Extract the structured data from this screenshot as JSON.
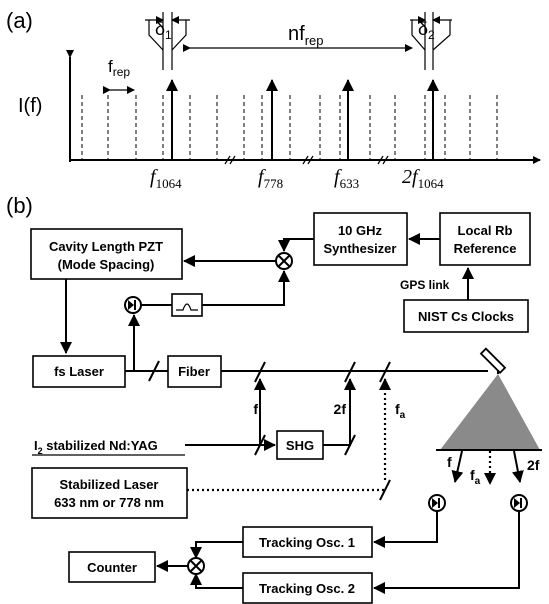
{
  "panel_a": {
    "label": "(a)",
    "ylabel": "I(f)",
    "frep": "f",
    "frep_sub": "rep",
    "delta1": "δ",
    "delta1_sub": "1",
    "delta2": "δ",
    "delta2_sub": "2",
    "nfrep": "nf",
    "nfrep_sub": "rep",
    "f1064": "f",
    "f1064_sub": "1064",
    "f778": "f",
    "f778_sub": "778",
    "f633": "f",
    "f633_sub": "633",
    "f2_prefix": "2f",
    "f2_sub": "1064"
  },
  "panel_b": {
    "label": "(b)",
    "pzt_line1": "Cavity Length PZT",
    "pzt_line2": "(Mode Spacing)",
    "synth_line1": "10 GHz",
    "synth_line2": "Synthesizer",
    "rb_line1": "Local Rb",
    "rb_line2": "Reference",
    "gps": "GPS link",
    "nist": "NIST Cs Clocks",
    "fs_laser": "fs Laser",
    "fiber": "Fiber",
    "f_label": "f",
    "twof_label": "2f",
    "fa_label": "f",
    "fa_sub": "a",
    "i2_prefix": "I",
    "i2_sub": "2",
    "i2_rest": " stabilized Nd:YAG",
    "shg": "SHG",
    "stab_line1": "Stabilized Laser",
    "stab_line2": "633 nm or 778 nm",
    "prism_f": "f",
    "prism_fa": "f",
    "prism_fa_sub": "a",
    "prism_2f": "2f",
    "track1": "Tracking Osc. 1",
    "track2": "Tracking Osc. 2",
    "counter": "Counter"
  }
}
